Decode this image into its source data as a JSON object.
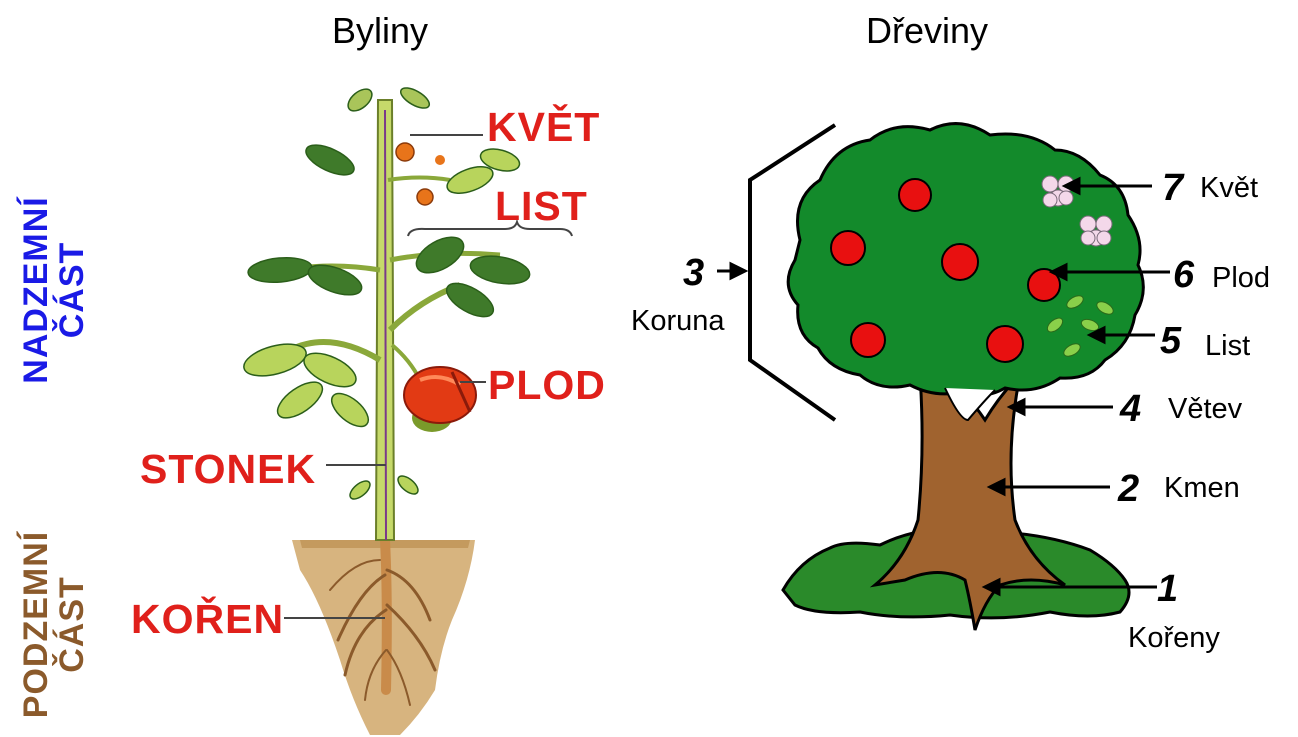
{
  "titles": {
    "herbs": "Byliny",
    "trees": "Dřeviny"
  },
  "side_labels": {
    "above_line1": "NADZEMNÍ",
    "above_line2": "ČÁST",
    "below_line1": "PODZEMNÍ",
    "below_line2": "ČÁST"
  },
  "plant": {
    "flower": "KVĚT",
    "leaf": "LIST",
    "fruit": "PLOD",
    "stem": "STONEK",
    "root": "KOŘEN"
  },
  "tree": {
    "parts": [
      {
        "num": "1",
        "label": "Kořeny"
      },
      {
        "num": "2",
        "label": "Kmen"
      },
      {
        "num": "3",
        "label": "Koruna"
      },
      {
        "num": "4",
        "label": "Větev"
      },
      {
        "num": "5",
        "label": "List"
      },
      {
        "num": "6",
        "label": "Plod"
      },
      {
        "num": "7",
        "label": "Květ"
      }
    ]
  },
  "colors": {
    "plant_label": "#e0201b",
    "above_ground": "#1a1ae6",
    "below_ground": "#8b5a2b",
    "foliage": "#138a2b",
    "trunk": "#a0632f",
    "grass": "#2a8a2a",
    "fruit": "#e81010"
  }
}
